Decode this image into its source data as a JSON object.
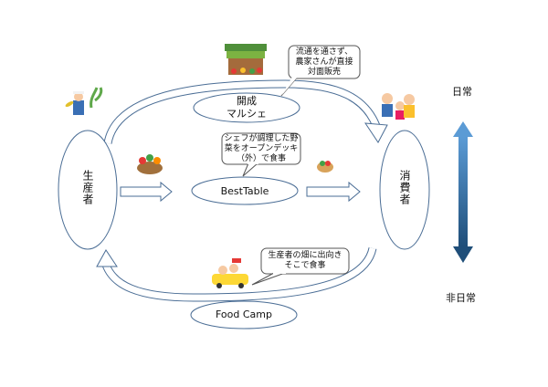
{
  "nodes": {
    "producer": "生産者",
    "consumer": "消費者",
    "marche": [
      "開成",
      "マルシェ"
    ],
    "besttable": "BestTable",
    "foodcamp": "Food Camp"
  },
  "callouts": {
    "marche": [
      "流通を通さず、",
      "農家さんが直接",
      "対面販売"
    ],
    "besttable": [
      "シェフが調理した野",
      "菜をオープンデッキ",
      "（外）で食事"
    ],
    "foodcamp": [
      "生産者の畑に出向き",
      "そこで食事"
    ]
  },
  "scale": {
    "top": "日常",
    "bottom": "非日常"
  },
  "illustrations": {
    "farmer": "farmer-icon",
    "market_stall": "market-stall-icon",
    "vegetable_basket": "vegetable-basket-icon",
    "salad": "salad-icon",
    "family": "family-icon",
    "taxi": "taxi-family-icon"
  },
  "colors": {
    "stroke": "#4a6d95",
    "arrow_fill": "#ffffff",
    "scale_arrow": "#3a79c0"
  }
}
